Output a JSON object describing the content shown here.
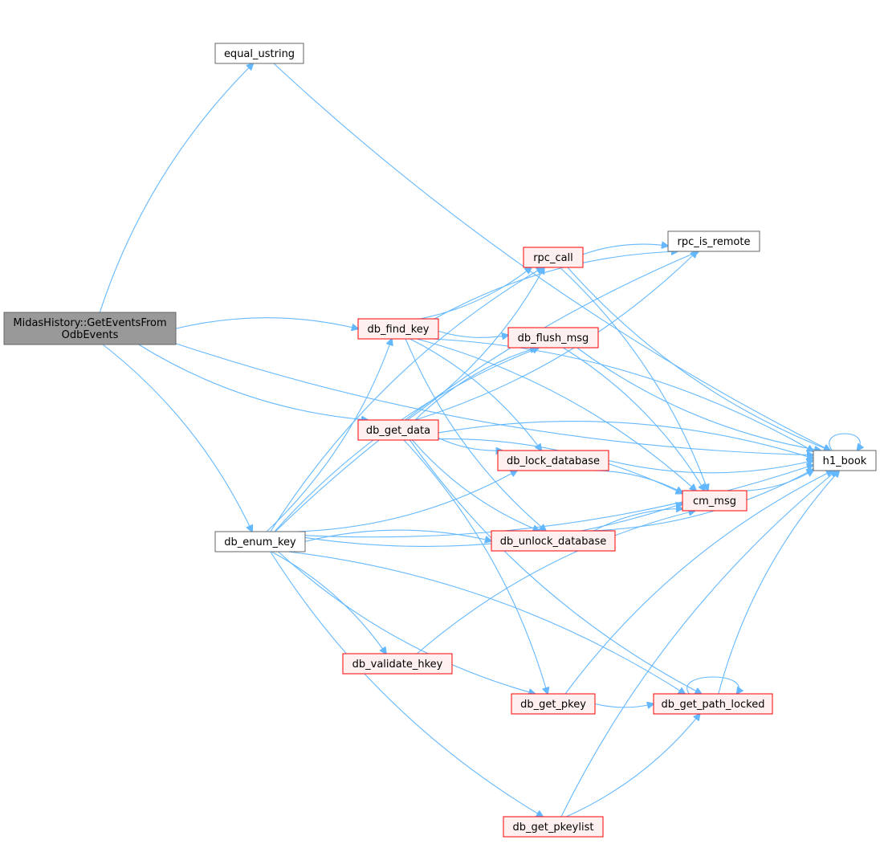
{
  "colors": {
    "edge": "#63b8ff",
    "root_fill": "#999999",
    "root_border": "#666666",
    "plain_border": "#666666",
    "red_border": "#ff0000",
    "red_fill": "#fff0f0",
    "white_fill": "#ffffff"
  },
  "nodes": [
    {
      "id": "root",
      "lines": [
        "MidasHistory::GetEventsFrom",
        "OdbEvents"
      ],
      "style": "root"
    },
    {
      "id": "equal_ustring",
      "lines": [
        "equal_ustring"
      ],
      "style": "plain"
    },
    {
      "id": "db_enum_key",
      "lines": [
        "db_enum_key"
      ],
      "style": "plain"
    },
    {
      "id": "db_find_key",
      "lines": [
        "db_find_key"
      ],
      "style": "red"
    },
    {
      "id": "db_get_data",
      "lines": [
        "db_get_data"
      ],
      "style": "red"
    },
    {
      "id": "rpc_call",
      "lines": [
        "rpc_call"
      ],
      "style": "red"
    },
    {
      "id": "rpc_is_remote",
      "lines": [
        "rpc_is_remote"
      ],
      "style": "plain"
    },
    {
      "id": "db_flush_msg",
      "lines": [
        "db_flush_msg"
      ],
      "style": "red"
    },
    {
      "id": "db_lock_database",
      "lines": [
        "db_lock_database"
      ],
      "style": "red"
    },
    {
      "id": "h1_book",
      "lines": [
        "h1_book"
      ],
      "style": "plain"
    },
    {
      "id": "cm_msg",
      "lines": [
        "cm_msg"
      ],
      "style": "red"
    },
    {
      "id": "db_unlock_database",
      "lines": [
        "db_unlock_database"
      ],
      "style": "red"
    },
    {
      "id": "db_validate_hkey",
      "lines": [
        "db_validate_hkey"
      ],
      "style": "red"
    },
    {
      "id": "db_get_pkey",
      "lines": [
        "db_get_pkey"
      ],
      "style": "red"
    },
    {
      "id": "db_get_path_locked",
      "lines": [
        "db_get_path_locked"
      ],
      "style": "red"
    },
    {
      "id": "db_get_pkeylist",
      "lines": [
        "db_get_pkeylist"
      ],
      "style": "red"
    }
  ],
  "edges": [
    [
      "root",
      "equal_ustring"
    ],
    [
      "root",
      "h1_book"
    ],
    [
      "root",
      "db_find_key"
    ],
    [
      "root",
      "db_get_data"
    ],
    [
      "root",
      "db_enum_key"
    ],
    [
      "equal_ustring",
      "h1_book"
    ],
    [
      "db_enum_key",
      "rpc_is_remote"
    ],
    [
      "db_enum_key",
      "h1_book"
    ],
    [
      "db_enum_key",
      "rpc_call"
    ],
    [
      "db_enum_key",
      "db_find_key"
    ],
    [
      "db_enum_key",
      "db_flush_msg"
    ],
    [
      "db_enum_key",
      "db_lock_database"
    ],
    [
      "db_enum_key",
      "db_unlock_database"
    ],
    [
      "db_enum_key",
      "cm_msg"
    ],
    [
      "db_enum_key",
      "db_validate_hkey"
    ],
    [
      "db_enum_key",
      "db_get_pkey"
    ],
    [
      "db_enum_key",
      "db_get_path_locked"
    ],
    [
      "db_enum_key",
      "db_get_pkeylist"
    ],
    [
      "db_find_key",
      "rpc_is_remote"
    ],
    [
      "db_find_key",
      "rpc_call"
    ],
    [
      "db_find_key",
      "cm_msg"
    ],
    [
      "db_find_key",
      "db_flush_msg"
    ],
    [
      "db_find_key",
      "db_lock_database"
    ],
    [
      "db_find_key",
      "db_unlock_database"
    ],
    [
      "db_find_key",
      "h1_book"
    ],
    [
      "db_get_data",
      "rpc_call"
    ],
    [
      "db_get_data",
      "db_flush_msg"
    ],
    [
      "db_get_data",
      "rpc_is_remote"
    ],
    [
      "db_get_data",
      "h1_book"
    ],
    [
      "db_get_data",
      "db_lock_database"
    ],
    [
      "db_get_data",
      "cm_msg"
    ],
    [
      "db_get_data",
      "db_unlock_database"
    ],
    [
      "db_get_data",
      "db_get_pkey"
    ],
    [
      "db_get_data",
      "db_get_path_locked"
    ],
    [
      "rpc_call",
      "rpc_is_remote"
    ],
    [
      "rpc_call",
      "h1_book"
    ],
    [
      "rpc_call",
      "cm_msg"
    ],
    [
      "db_flush_msg",
      "h1_book"
    ],
    [
      "db_flush_msg",
      "cm_msg"
    ],
    [
      "db_lock_database",
      "h1_book"
    ],
    [
      "db_lock_database",
      "cm_msg"
    ],
    [
      "cm_msg",
      "h1_book"
    ],
    [
      "db_unlock_database",
      "cm_msg"
    ],
    [
      "db_unlock_database",
      "h1_book"
    ],
    [
      "db_validate_hkey",
      "cm_msg"
    ],
    [
      "db_get_pkey",
      "db_get_path_locked"
    ],
    [
      "db_get_pkey",
      "h1_book"
    ],
    [
      "db_get_path_locked",
      "db_get_path_locked"
    ],
    [
      "db_get_path_locked",
      "h1_book"
    ],
    [
      "db_get_pkeylist",
      "db_get_path_locked"
    ],
    [
      "db_get_pkeylist",
      "h1_book"
    ],
    [
      "h1_book",
      "h1_book"
    ]
  ]
}
